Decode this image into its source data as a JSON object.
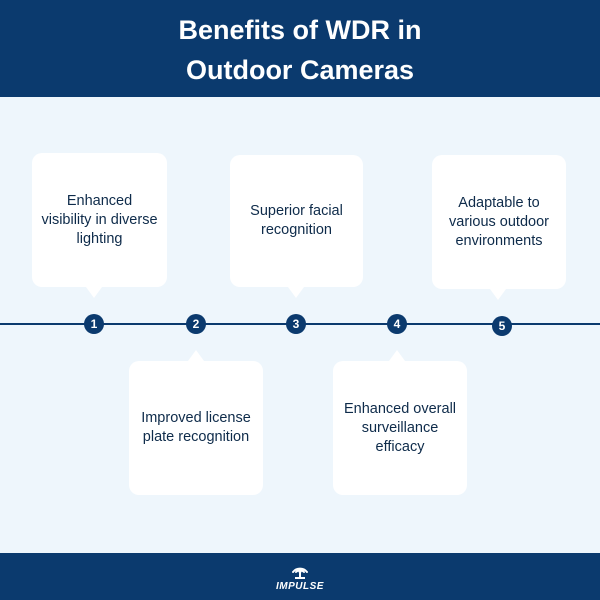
{
  "header": {
    "title": "Benefits of WDR in Outdoor Cameras"
  },
  "timeline": {
    "items": [
      {
        "number": "1",
        "text": "Enhanced visibility in diverse lighting",
        "position": "above"
      },
      {
        "number": "2",
        "text": "Improved license plate recognition",
        "position": "below"
      },
      {
        "number": "3",
        "text": "Superior facial recognition",
        "position": "above"
      },
      {
        "number": "4",
        "text": "Enhanced overall surveillance efficacy",
        "position": "below"
      },
      {
        "number": "5",
        "text": "Adaptable to various outdoor environments",
        "position": "above"
      }
    ]
  },
  "footer": {
    "logo_text": "IMPULSE",
    "logo_icon": "broadcast-tower-icon"
  },
  "colors": {
    "primary": "#0b3a6e",
    "background": "#eef6fc",
    "card": "#ffffff",
    "text": "#0e2b4a"
  }
}
